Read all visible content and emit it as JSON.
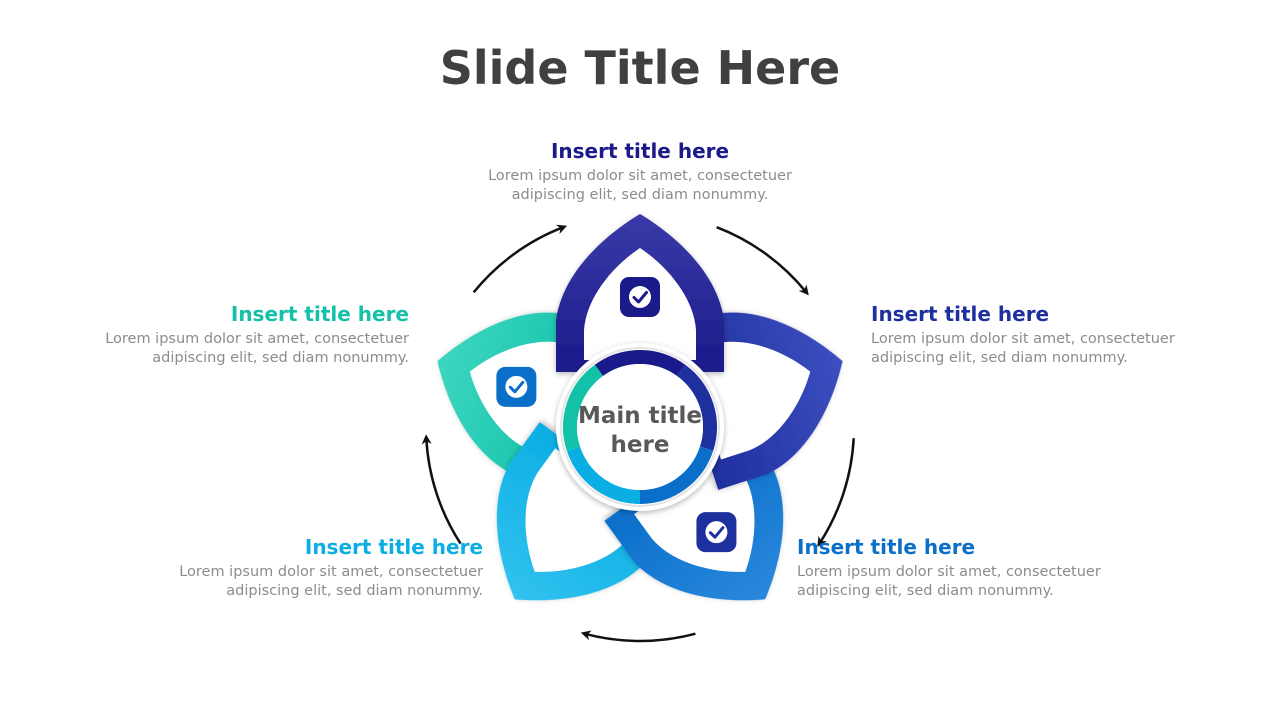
{
  "slide": {
    "title": "Slide Title Here"
  },
  "center": {
    "title": "Main title here"
  },
  "petals": [
    {
      "id": "top",
      "title": "Insert title here",
      "body": "Lorem ipsum dolor sit amet, consectetuer adipiscing elit, sed diam nonummy.",
      "color": "#1a1a8a",
      "color_light": "#3a3aa8",
      "icon": "check-icon"
    },
    {
      "id": "right",
      "title": "Insert title here",
      "body": "Lorem ipsum dolor sit amet, consectetuer adipiscing elit, sed diam nonummy.",
      "color": "#1e2f9e",
      "color_light": "#3d4fc0",
      "icon": "check-icon"
    },
    {
      "id": "bottom-right",
      "title": "Insert title here",
      "body": "Lorem ipsum dolor sit amet, consectetuer adipiscing elit, sed diam nonummy.",
      "color": "#0a6fc9",
      "color_light": "#2a88dd",
      "icon": "check-icon"
    },
    {
      "id": "bottom-left",
      "title": "Insert title here",
      "body": "Lorem ipsum dolor sit amet, consectetuer adipiscing elit, sed diam nonummy.",
      "color": "#0aaee3",
      "color_light": "#32c2ef",
      "icon": "check-icon"
    },
    {
      "id": "left",
      "title": "Insert title here",
      "body": "Lorem ipsum dolor sit amet, consectetuer adipiscing elit, sed diam nonummy.",
      "color": "#13c1a8",
      "color_light": "#3cd6c0",
      "icon": "check-icon"
    }
  ],
  "flow": {
    "direction": "clockwise",
    "arrow_count": 5,
    "arrow_color": "#111111"
  }
}
